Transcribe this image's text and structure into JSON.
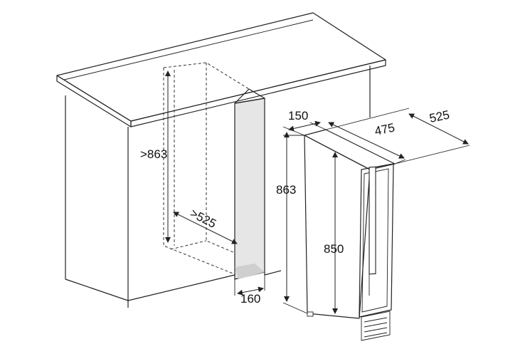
{
  "dimensions": {
    "niche_height": ">863",
    "niche_depth": ">525",
    "niche_width": "160",
    "unit_width": "150",
    "unit_depth": "475",
    "unit_total_depth": "525",
    "unit_height_total": "863",
    "unit_height_body": "850"
  },
  "colors": {
    "line": "#222222",
    "panel_fill": "#e6e6e6",
    "background": "#ffffff"
  }
}
